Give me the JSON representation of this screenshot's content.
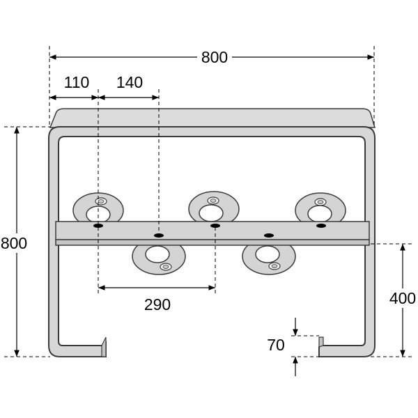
{
  "dimensions": {
    "overall_width": "800",
    "overall_height": "800",
    "offset_110": "110",
    "spacing_140": "140",
    "spacing_290": "290",
    "middle_height": "400",
    "foot_height": "70"
  },
  "colors": {
    "frame_fill": "#d7d7d7",
    "frame_stroke": "#3a3a3a",
    "rosette_fill": "#d4d4d4",
    "bar_fill": "#d4d4d4",
    "background": "#ffffff",
    "line": "#000000"
  }
}
